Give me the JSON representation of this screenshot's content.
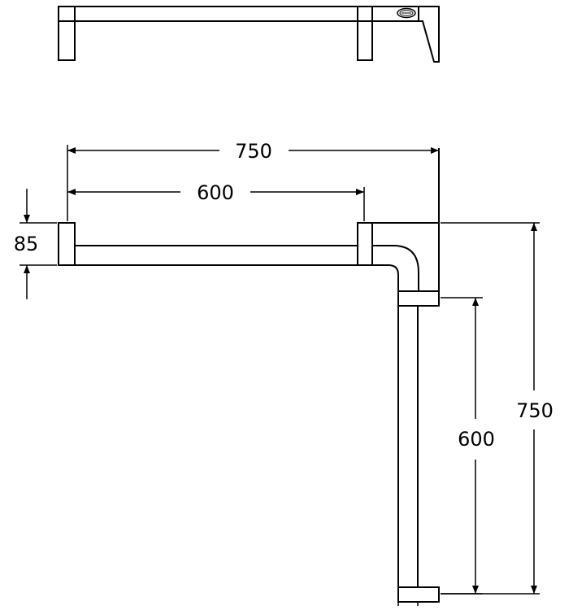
{
  "drawing": {
    "line_color": "#000000",
    "background": "#ffffff",
    "dimensions": {
      "top_overall": "750",
      "top_inner": "600",
      "left_height": "85",
      "right_inner": "600",
      "right_overall": "750"
    },
    "icons": {
      "brand_logo": "oval-brand-logo-icon",
      "arrowhead": "arrowhead-icon"
    }
  }
}
